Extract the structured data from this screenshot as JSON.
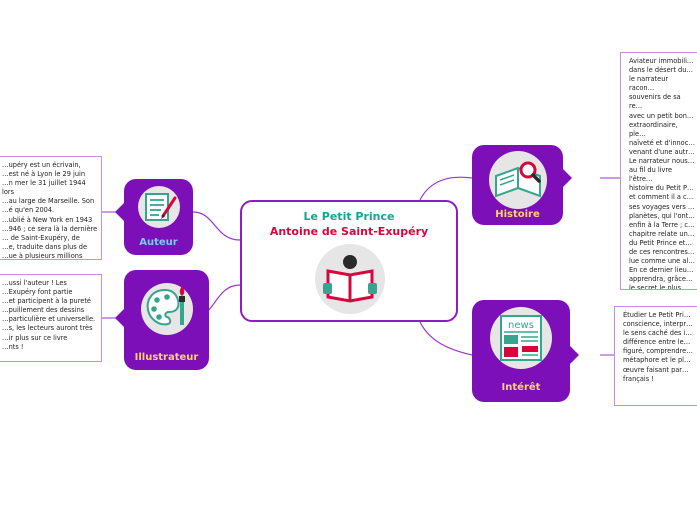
{
  "center": {
    "title": "Le Petit Prince",
    "author": "Antoine de Saint-Exupéry",
    "icon": "open-book-reader-icon"
  },
  "nodes": {
    "auteur": {
      "label": "Auteur",
      "icon": "document-pen-icon",
      "label_color": "#6fd0f0",
      "note": "…upéry est un écrivain,\n…est né à Lyon le 29 juin\n…n mer le 31 juillet 1944 lors\n…au large de Marseille. Son\n…é qu'en 2004.\n…ublié à New York en 1943\n…946 ; ce sera là la dernière\n… de Saint-Exupéry, de\n…e, traduite dans plus de\n…ue à plusieurs millions"
    },
    "illustrateur": {
      "label": "Illustrateur",
      "icon": "paint-palette-icon",
      "label_color": "#ffd36b",
      "note": "…ussi l'auteur ! Les\n…Exupéry font partie\n…et participent à la pureté\n…puillement des dessins\n…particulière et universelle.\n…s, les lecteurs auront très\n…ir plus sur ce livre\n…nts !"
    },
    "histoire": {
      "label": "Histoire",
      "icon": "book-magnifier-icon",
      "label_color": "#ffd36b",
      "note": "Aviateur immobili…\ndans le désert du…\nle narrateur racon…\nsouvenirs de sa re…\navec un petit bon…\nextraordinaire, ple…\nnaïveté et d'innoc…\nvenant d'une autr…\nLe narrateur nous…\nau fil du livre l'être…\nhistoire du Petit P…\net comment il a c…\nses voyages vers …\nplanètes, qui l'ont…\nenfin à la Terre ; c…\nchapitre relate un…\ndu Petit Prince et…\nde ces rencontres…\nlue comme une al…\n En ce dernier lieu…\napprendra, grâce…\nle secret le plus im…\nde la vie…"
    },
    "interet": {
      "label": "Intérêt",
      "icon": "newspaper-icon",
      "label_color": "#ffd36b",
      "note": "Étudier Le Petit Pri…\nconscience, interpr…\nle sens caché des i…\ndifférence entre le…\nfiguré, comprendre…\nmétaphore  et le pl…\nœuvre faisant par…\nfrançais !"
    }
  },
  "colors": {
    "node_fill": "#7d0fb9",
    "note_border": "#c98be6",
    "link": "#9b34cf",
    "title_primary": "#13a58f",
    "title_secondary": "#d6073d",
    "icon_circle": "#e6e6e6",
    "icon_dark": "#2a2a2a",
    "icon_teal": "#35a58e",
    "icon_red": "#d6073d"
  }
}
